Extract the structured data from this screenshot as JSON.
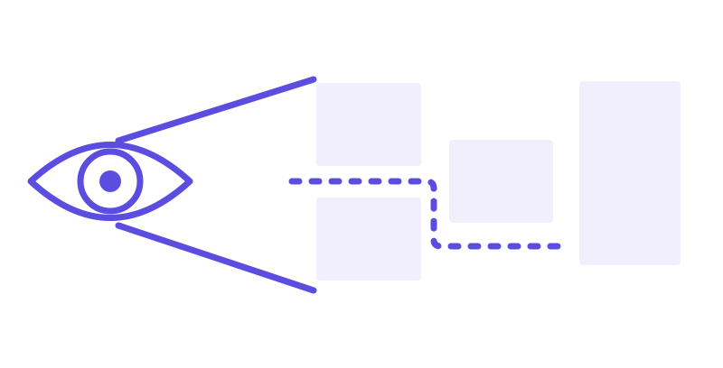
{
  "colors": {
    "accent": "#5b4de0",
    "block": "#f1effe",
    "background": "#ffffff"
  },
  "icons": {
    "eye": "eye-icon"
  },
  "blocks": [
    {
      "id": "top-left"
    },
    {
      "id": "bottom-left"
    },
    {
      "id": "middle"
    },
    {
      "id": "tall-right"
    }
  ]
}
